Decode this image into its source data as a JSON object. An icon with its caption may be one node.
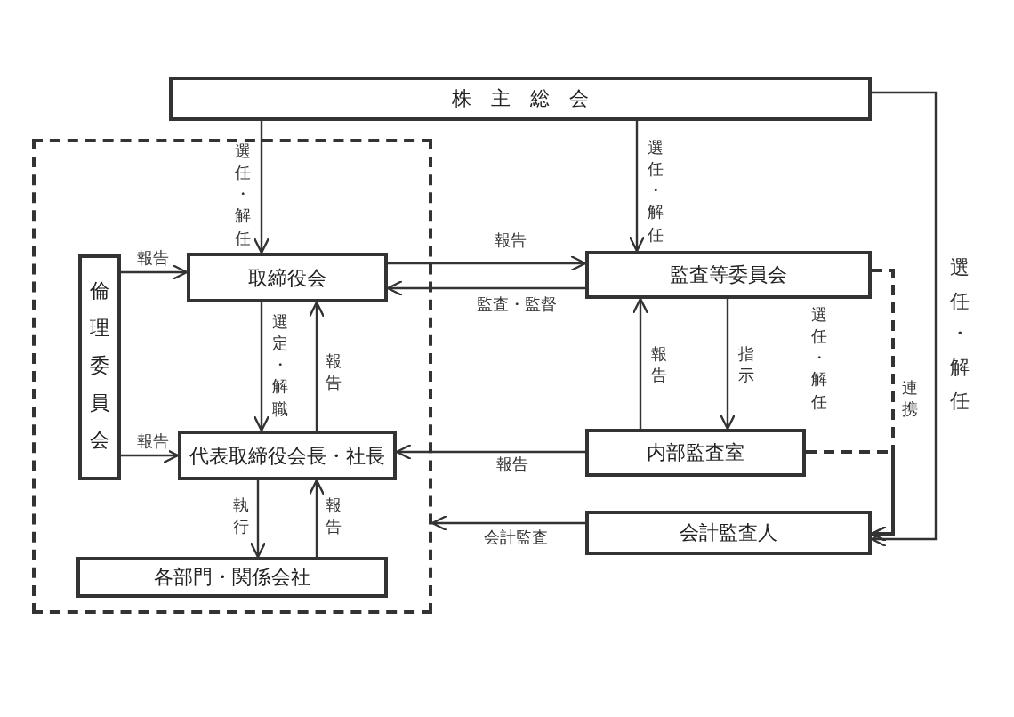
{
  "diagram": {
    "nodes": [
      {
        "text": [
          "株　主　総　会"
        ]
      },
      {
        "text": [],
        "shape": "box"
      },
      {
        "text": [
          "倫理委員会"
        ],
        "in": 1
      },
      {
        "text": [
          "取締役会"
        ],
        "in": 1
      },
      {
        "text": [
          "代表取締役会長・社長"
        ],
        "in": 1
      },
      {
        "text": [
          "各部門・関係会社"
        ],
        "in": 1
      },
      {
        "text": [
          "監査等委員会"
        ]
      },
      {
        "text": [
          "内部監査室"
        ]
      },
      {
        "text": [
          "会計監査人"
        ]
      }
    ],
    "edges": [
      {
        "from": 0,
        "to": 3,
        "arrow": "to",
        "label": "選任・解任"
      },
      {
        "from": 0,
        "to": 6,
        "arrow": "to",
        "label": "選任・解任"
      },
      {
        "from": 0,
        "to": 8,
        "arrow": "to",
        "label": "選任・解任"
      },
      {
        "from": 2,
        "to": 3,
        "arrow": "to",
        "label": "報告"
      },
      {
        "from": 2,
        "to": 4,
        "arrow": "to",
        "label": "報告"
      },
      {
        "from": 3,
        "to": 6,
        "arrow": "to",
        "label": "報告"
      },
      {
        "from": 6,
        "to": 3,
        "arrow": "to",
        "label": "監査・監督"
      },
      {
        "from": 3,
        "to": 4,
        "arrow": "to",
        "label": "選定・解職"
      },
      {
        "from": 4,
        "to": 3,
        "arrow": "to",
        "label": "報告"
      },
      {
        "from": 4,
        "to": 5,
        "arrow": "to",
        "label": "執行"
      },
      {
        "from": 5,
        "to": 4,
        "arrow": "to",
        "label": "報告"
      },
      {
        "from": 7,
        "to": 6,
        "arrow": "to",
        "label": "報告"
      },
      {
        "from": 6,
        "to": 7,
        "arrow": "to",
        "label": "指示"
      },
      {
        "from": 7,
        "to": 4,
        "arrow": "to",
        "label": "報告"
      },
      {
        "from": 8,
        "to": 1,
        "arrow": "to",
        "label": "会計監査"
      },
      {
        "from": 6,
        "to": 8,
        "arrow": "to",
        "label": "連携",
        "style": "dashed"
      },
      {
        "from": 7,
        "to": 8,
        "arrow": "to",
        "style": "dashed"
      }
    ],
    "labels": [
      "選任・解任"
    ]
  }
}
